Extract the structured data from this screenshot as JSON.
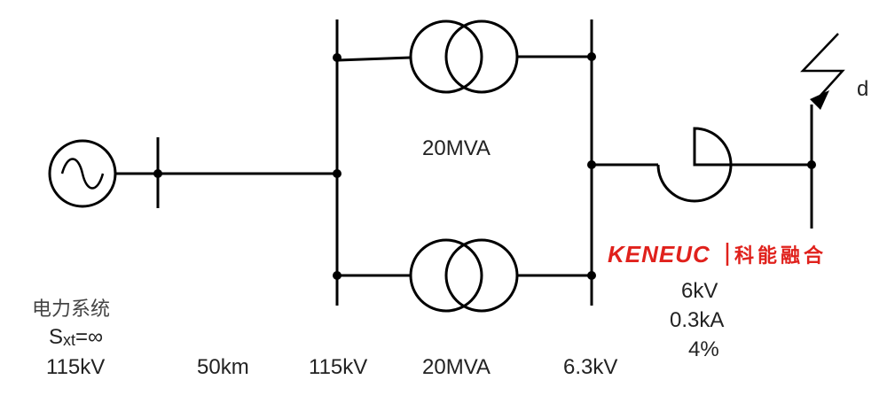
{
  "source": {
    "name_cn": "电力系统",
    "impedance_label": "Sxt=∞",
    "voltage": "115kV"
  },
  "line": {
    "length": "50km"
  },
  "bus_hv": {
    "voltage": "115kV"
  },
  "transformers": {
    "rating_top": "20MVA",
    "rating_bottom": "20MVA"
  },
  "bus_lv": {
    "voltage": "6.3kV"
  },
  "reactor": {
    "voltage": "6kV",
    "current": "0.3kA",
    "reactance": "4%"
  },
  "fault": {
    "label": "d"
  },
  "watermark": {
    "brand_en": "KENEUC",
    "brand_cn": "科能融合",
    "color": "#e0211c"
  }
}
